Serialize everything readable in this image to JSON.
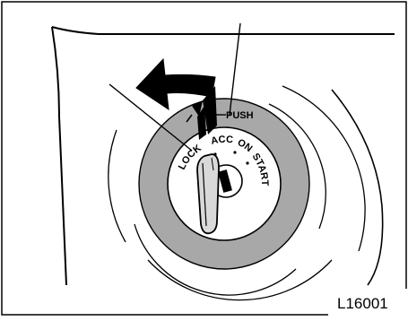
{
  "figure": {
    "labels": {
      "lock": "LOCK",
      "acc": "ACC",
      "on": "ON",
      "start": "START",
      "push": "PUSH"
    },
    "figure_code": "L16001"
  },
  "colors": {
    "ring": "#a8a8a8",
    "ink": "#000000",
    "paper": "#ffffff"
  }
}
